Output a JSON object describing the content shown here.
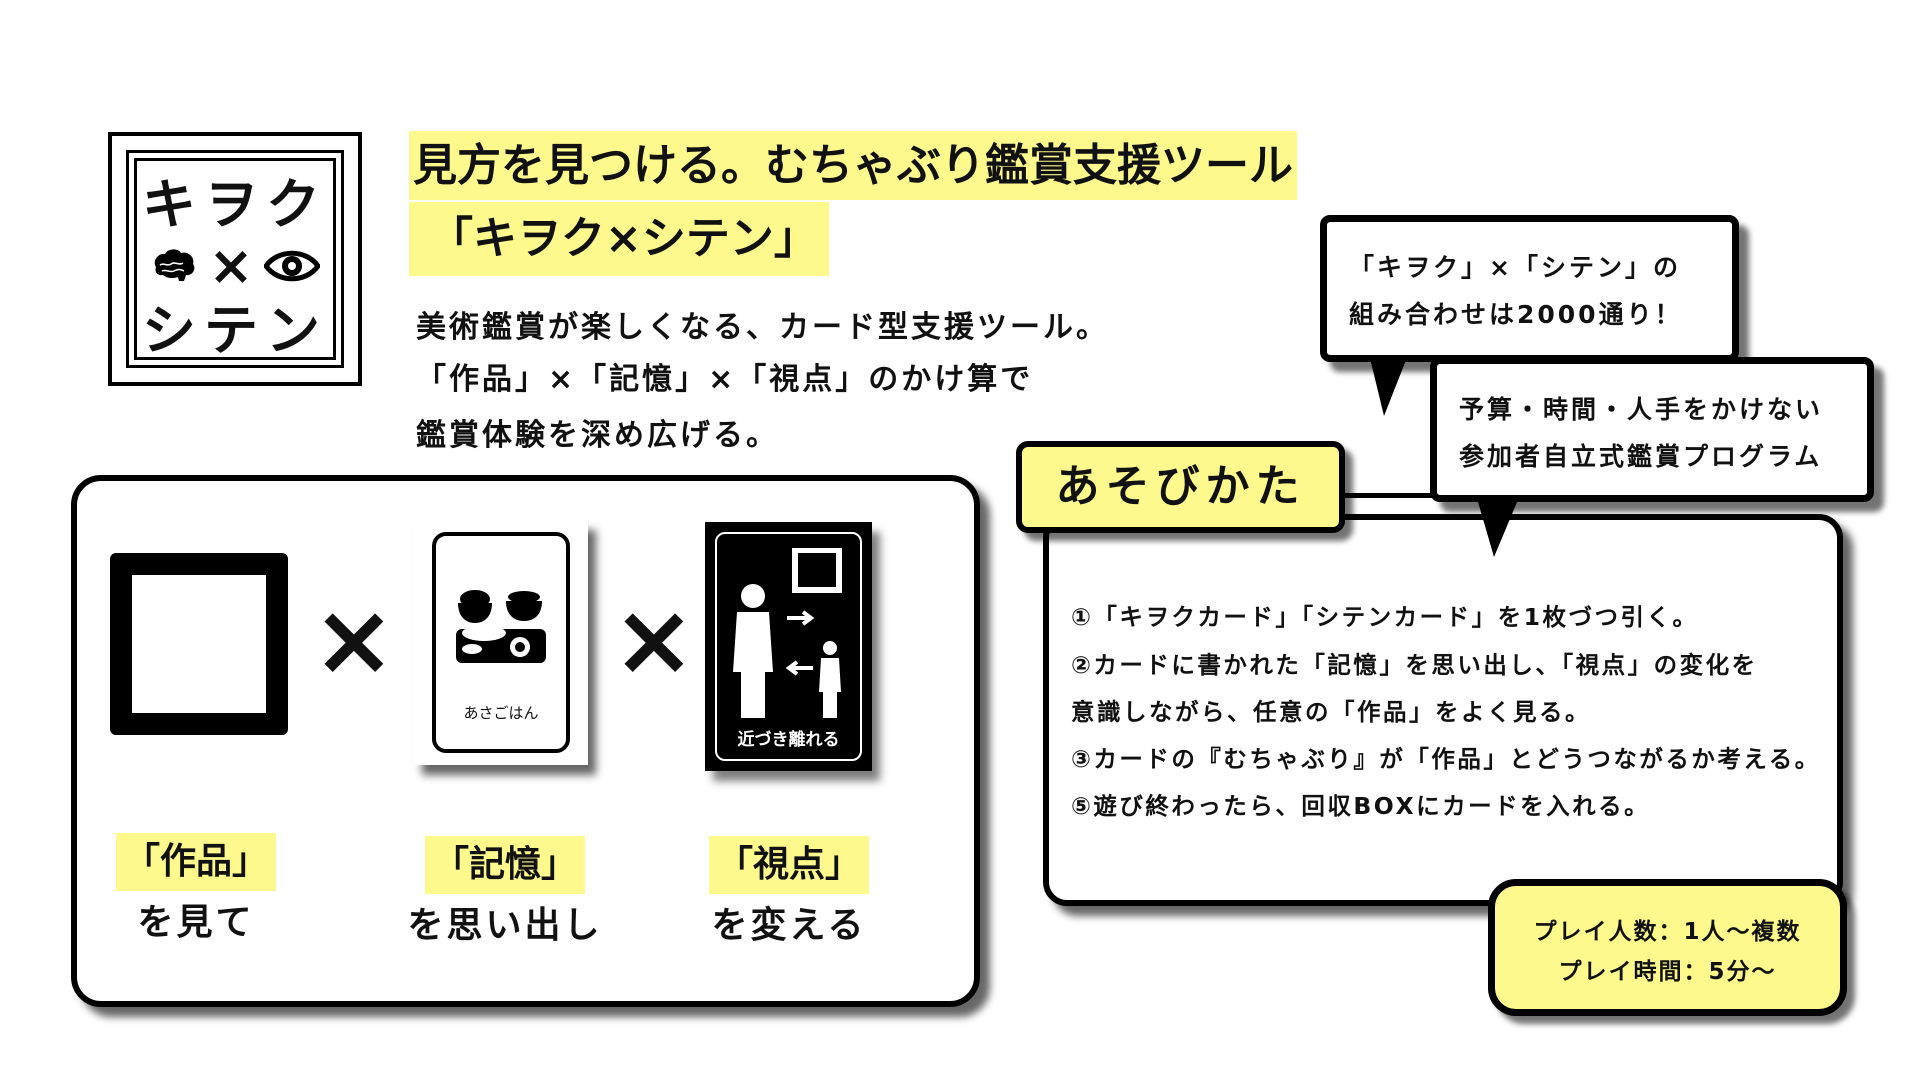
{
  "logo": {
    "line1": "キヲク",
    "cross": "×",
    "line3": "シテン",
    "icons": [
      "brain-icon",
      "eye-icon"
    ]
  },
  "header": {
    "title_line1": "見方を見つける。むちゃぶり鑑賞支援ツール",
    "title_line2": "「キヲク×シテン」",
    "description": [
      "美術鑑賞が楽しくなる、カード型支援ツール。",
      "「作品」×「記憶」×「視点」のかけ算で",
      "鑑賞体験を深め広げる。"
    ]
  },
  "formula": {
    "times": "×",
    "memory_card_text": "あさごはん",
    "viewpoint_card_text": "近づき離れる",
    "items": [
      {
        "label": "「作品」",
        "caption": "を見て"
      },
      {
        "label": "「記憶」",
        "caption": "を思い出し"
      },
      {
        "label": "「視点」",
        "caption": "を変える"
      }
    ]
  },
  "bubbles": [
    {
      "lines": [
        "「キヲク」×「シテン」の",
        "組み合わせは2000通り！"
      ]
    },
    {
      "lines": [
        "予算・時間・人手をかけない",
        "参加者自立式鑑賞プログラム"
      ]
    }
  ],
  "howto": {
    "title": "あそびかた",
    "rules": [
      "①「キヲクカード」「シテンカード」を1枚づつ引く。",
      "②カードに書かれた「記憶」を思い出し、「視点」の変化を",
      "意識しながら、任意の「作品」をよく見る。",
      "③カードの『むちゃぶり』が「作品」とどうつながるか考える。",
      "⑤遊び終わったら、回収BOXにカードを入れる。"
    ]
  },
  "play_info": {
    "players": "プレイ人数：1人〜複数",
    "time": "プレイ時間：5分〜"
  },
  "colors": {
    "highlight": "#fdf98c",
    "ink": "#000000"
  }
}
